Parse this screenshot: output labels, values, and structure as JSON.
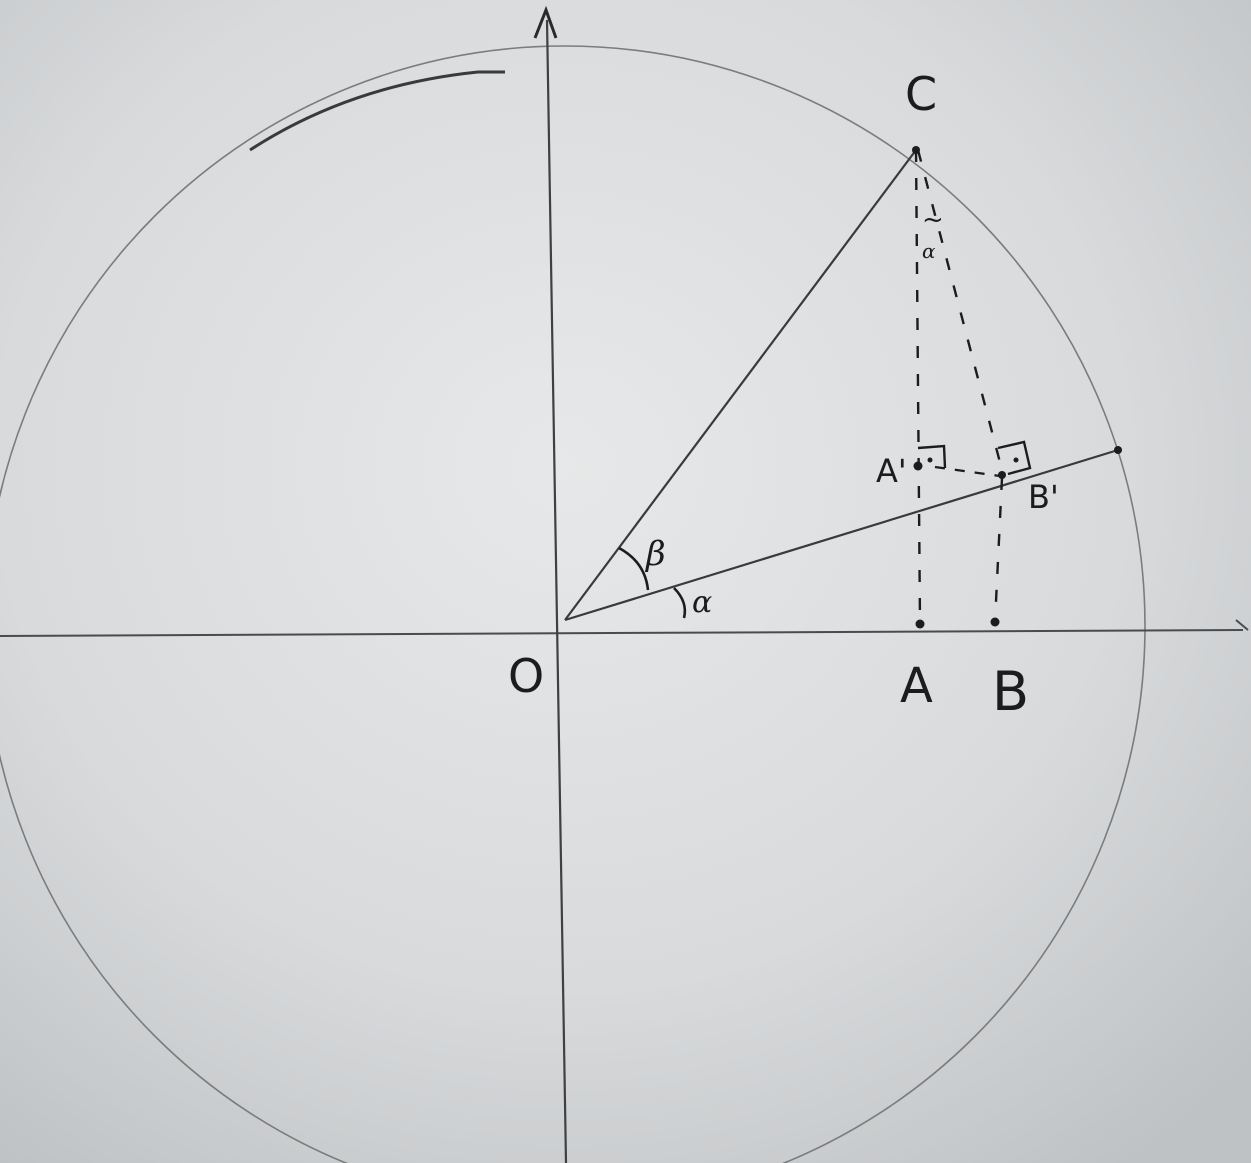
{
  "diagram": {
    "background_color": "#cfd2d4",
    "ink_color": "#2a2a2c",
    "labels": {
      "origin": "O",
      "point_c": "C",
      "point_a": "A",
      "point_b": "B",
      "point_a_prime": "A'",
      "point_b_prime": "B'",
      "angle_alpha": "α",
      "angle_beta": "β",
      "angle_alpha_at_c": "α",
      "tilde_mark": "~"
    }
  }
}
